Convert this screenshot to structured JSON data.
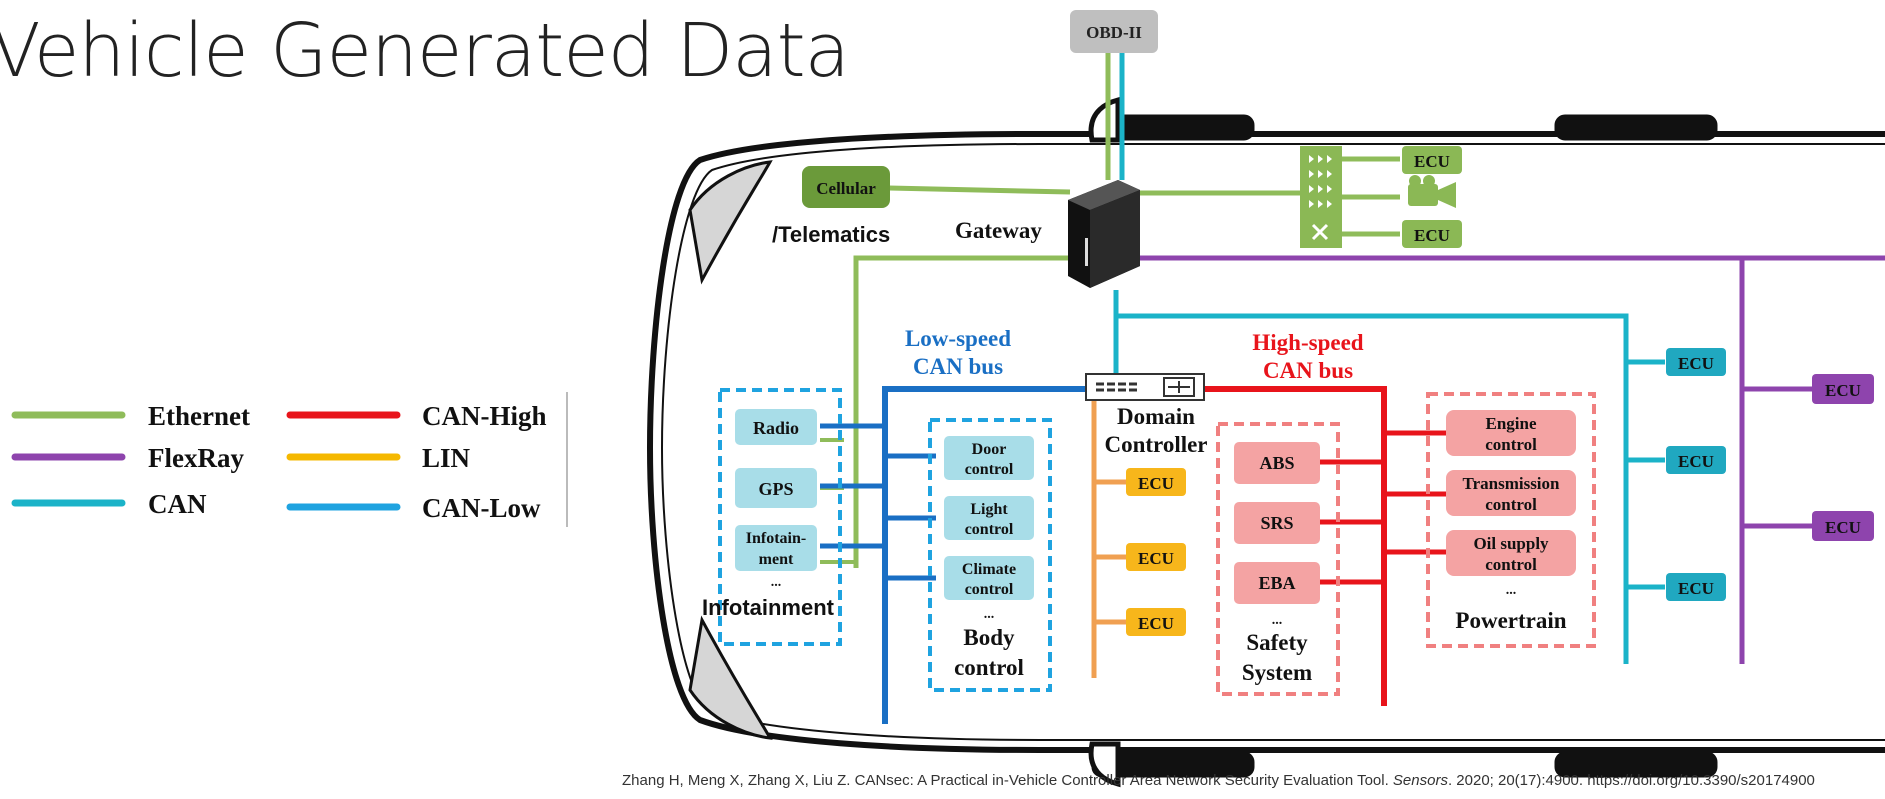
{
  "title": "Vehicle Generated Data",
  "legend": [
    {
      "label": "Ethernet",
      "color": "#8fbc5a"
    },
    {
      "label": "CAN-High",
      "color": "#e8141b"
    },
    {
      "label": "FlexRay",
      "color": "#8e44ad"
    },
    {
      "label": "LIN",
      "color": "#f5b800"
    },
    {
      "label": "CAN",
      "color": "#1bb3c8"
    },
    {
      "label": "CAN-Low",
      "color": "#1fa3e0"
    }
  ],
  "diagram": {
    "obd": "OBD-II",
    "cellular": "Cellular",
    "telematics": "/Telematics",
    "gateway": "Gateway",
    "low_speed_1": "Low-speed",
    "low_speed_2": "CAN bus",
    "high_speed_1": "High-speed",
    "high_speed_2": "CAN bus",
    "domain_1": "Domain",
    "domain_2": "Controller",
    "ecu": "ECU",
    "infotainment_items": [
      "Radio",
      "GPS",
      "Infotain-",
      "ment"
    ],
    "ellipsis": "...",
    "infotainment_label": "Infotainment",
    "body_items": [
      "Door",
      "control",
      "Light",
      "control",
      "Climate",
      "control"
    ],
    "body_label_1": "Body",
    "body_label_2": "control",
    "safety_items": [
      "ABS",
      "SRS",
      "EBA"
    ],
    "safety_label_1": "Safety",
    "safety_label_2": "System",
    "power_items": [
      "Engine",
      "control",
      "Transmission",
      "control",
      "Oil supply",
      "control"
    ],
    "power_label": "Powertrain"
  },
  "citation": {
    "before": "Zhang H, Meng X, Zhang X, Liu Z. CANsec: A Practical in-Vehicle Controller Area Network Security Evaluation Tool. ",
    "journal": "Sensors",
    "after": ". 2020; 20(17):4900. https://doi.org/10.3390/s20174900"
  },
  "colors": {
    "ethernet": "#8fbc5a",
    "flexray": "#8e44ad",
    "can": "#1bb3c8",
    "can_high": "#e8141b",
    "lin": "#f5b800",
    "can_low": "#1fa3e0",
    "low_bus": "#1a6fc4",
    "lin_bus": "#f0a052",
    "ecu_green": "#8bb855",
    "cellular": "#6b9a3a",
    "ecu_orange": "#f7b61b",
    "ecu_teal": "#20a8c0"
  }
}
